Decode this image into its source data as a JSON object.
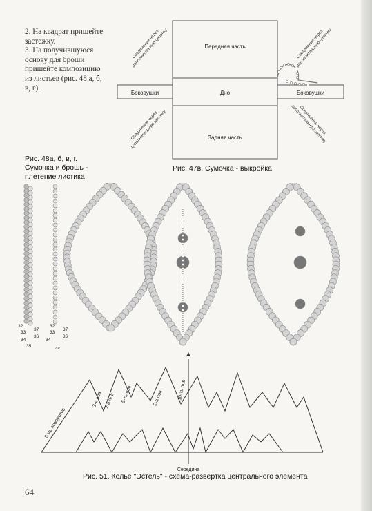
{
  "text": {
    "paragraph_1": "2. На квадрат пришейте застежку.",
    "paragraph_2": "3. На получившуюся основу для броши пришейте композицию из листьев (рис. 48 а, б, в, г)."
  },
  "pattern_47": {
    "caption": "Рис. 47в. Сумочка - выкройка",
    "front": "Передняя часть",
    "bottom": "Дно",
    "back": "Задняя часть",
    "side_left": "Боковушки",
    "side_right": "Боковушки",
    "join_label_line1": "Соединение через",
    "join_label_line2": "дополнительную цепочку"
  },
  "fig_48": {
    "caption_line1": "Рис. 48а, б, в, г.",
    "caption_line2": "Сумочка и брошь -",
    "caption_line3": "плетение листика",
    "row_numbers_left": [
      "32",
      "33",
      "34",
      "35"
    ],
    "row_numbers_right": [
      "37",
      "36"
    ]
  },
  "fig_51": {
    "caption": "Рис. 51. Колье \"Эстель\" - схема-развертка центрального элемента",
    "label_8": "8-мь поворотов",
    "label_3": "3-и пов",
    "label_2a": "2-а пов",
    "label_5": "5-ть пов",
    "label_2b": "2-а пов",
    "label_10": "10-ть пов",
    "middle": "Середина"
  },
  "page_number": "64"
}
